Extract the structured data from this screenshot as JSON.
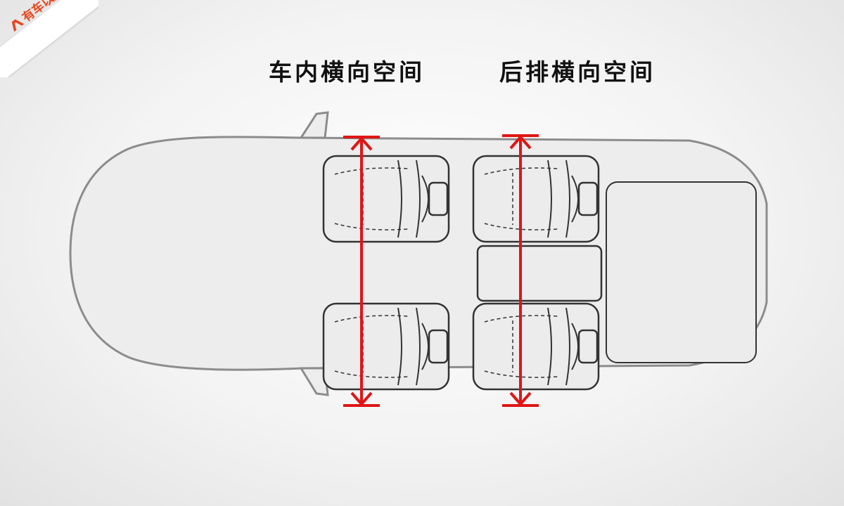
{
  "brand": {
    "logo_text": "有车以后",
    "accent_color": "#e8461c",
    "logo_icon": "car-roof-icon"
  },
  "labels": {
    "front_width": "车内横向空间",
    "rear_width": "后排横向空间"
  },
  "colors": {
    "car_outline": "#8c8c8c",
    "seat_stroke": "#333333",
    "measure_line": "#e01515"
  }
}
